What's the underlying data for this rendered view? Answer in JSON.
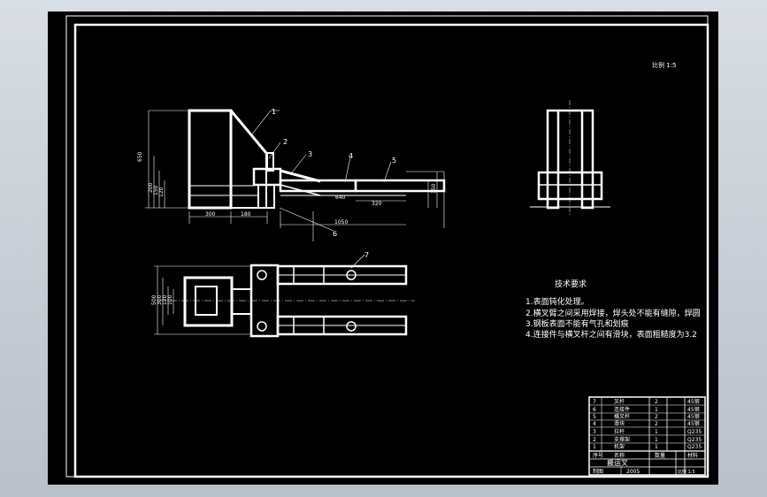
{
  "drawing": {
    "scale_note": "比例 1:5",
    "tech_title": "技术要求",
    "tech_notes": [
      "1.表面钝化处理。",
      "2.横叉臂之间采用焊接，焊头处不能有缝隙，焊圆",
      "3.钢板表面不能有气孔和划痕",
      "4.连接件与横叉杆之间有滑块，表面粗糙度为3.2"
    ],
    "balloons": [
      "1",
      "2",
      "3",
      "4",
      "5",
      "6",
      "7"
    ],
    "dims": {
      "h_total": "650",
      "h1": "200",
      "h2": "150",
      "h3": "120",
      "h4": "150",
      "w_base": "300",
      "w_gap": "180",
      "w_mid": "640",
      "w_fork": "320",
      "w_long": "1050",
      "plan_h1": "500",
      "plan_h2": "300",
      "plan_h3": "120",
      "plan_h4": "100"
    }
  },
  "title_block": {
    "rows": [
      [
        "7",
        "叉杆",
        "2",
        "45钢"
      ],
      [
        "6",
        "连接件",
        "1",
        "45钢"
      ],
      [
        "5",
        "横叉杆",
        "2",
        "45钢"
      ],
      [
        "4",
        "滑块",
        "2",
        "45钢"
      ],
      [
        "3",
        "拉杆",
        "1",
        "Q235"
      ],
      [
        "2",
        "支撑架",
        "1",
        "Q235"
      ],
      [
        "1",
        "机架",
        "1",
        "Q235"
      ]
    ],
    "header": [
      "序号",
      "名称",
      "数量",
      "材料"
    ],
    "name": "搬运叉",
    "footer_left": "制图",
    "footer_date": "2005",
    "footer_right": "比例 1:5"
  }
}
